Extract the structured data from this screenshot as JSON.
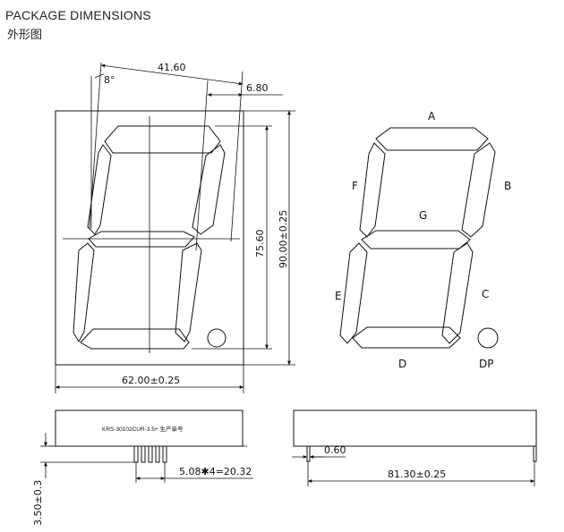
{
  "header": {
    "title": "PACKAGE DIMENSIONS",
    "subtitle": "外形图"
  },
  "dimensions": {
    "angle": "8°",
    "slant_width": "41.60",
    "segment_width": "6.80",
    "digit_height": "75.60",
    "body_height": "90.00±0.25",
    "body_width": "62.00±0.25",
    "pin_pitch": "5.08✱4=20.32",
    "pin_length": "3.50±0.3",
    "pin_thickness": "0.60",
    "side_width": "81.30±0.25"
  },
  "part_marking": "KRS-30102CUR-3.5+ 生产单号",
  "segments": {
    "a": "A",
    "b": "B",
    "c": "C",
    "d": "D",
    "e": "E",
    "f": "F",
    "g": "G",
    "dp": "DP"
  }
}
